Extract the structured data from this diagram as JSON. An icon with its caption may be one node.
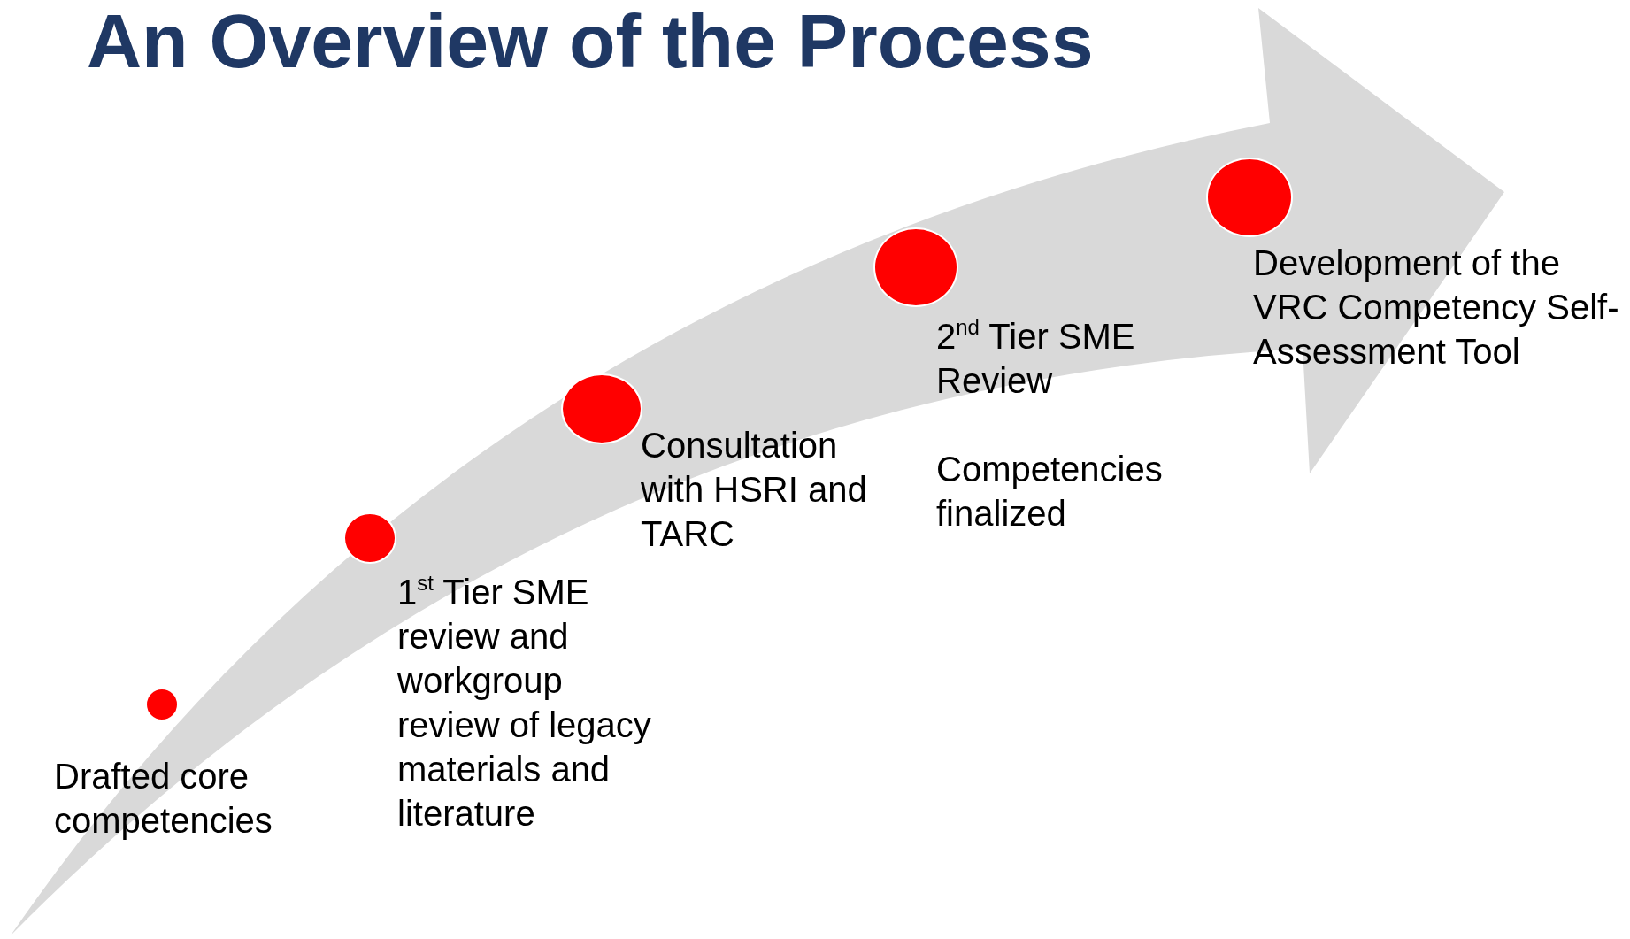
{
  "diagram": {
    "title": "An Overview of the Process",
    "nodes": [
      {
        "text": [],
        "shape": "circle",
        "beside": [
          "Drafted core competencies"
        ]
      },
      {
        "text": [],
        "shape": "circle",
        "beside": [
          "1$^{st}$ Tier SME review and workgroup review of legacy materials and literature"
        ]
      },
      {
        "text": [],
        "shape": "circle",
        "beside": [
          "Consultation with HSRI and TARC"
        ]
      },
      {
        "text": [],
        "shape": "circle",
        "beside": [
          "2$^{nd}$ Tier SME Review",
          "Competencies finalized"
        ]
      },
      {
        "text": [],
        "shape": "circle",
        "beside": [
          "Development of the VRC Competency Self-Assessment Tool"
        ]
      }
    ],
    "edges": []
  }
}
